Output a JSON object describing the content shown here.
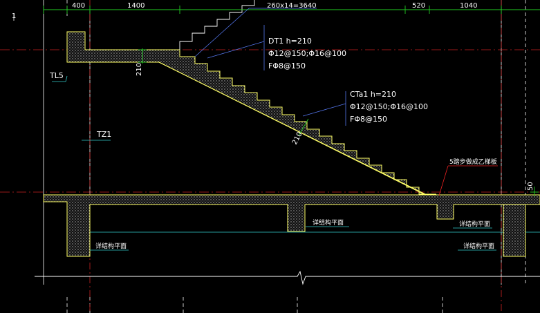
{
  "viewport_label": "1",
  "dimensions_top": {
    "d1": "400",
    "d2": "1400",
    "d3": "260x14=3640",
    "d4": "520",
    "d5": "1040"
  },
  "dims_side": {
    "slab_left": "210",
    "slab_mid": "210",
    "right_top": "50"
  },
  "labels": {
    "tl5": "TL5",
    "tz1": "TZ1",
    "dt1_line1": "DT1  h=210",
    "dt1_line2": "Φ12@150;Φ16@100",
    "dt1_line3": "FΦ8@150",
    "cta1_line1": "CTa1  h=210",
    "cta1_line2": "Φ12@150;Φ16@100",
    "cta1_line3": "FΦ8@150",
    "step_note": "5踏步做成乙梯板",
    "beam_note_1": "详结构平面",
    "beam_note_2": "详结构平面",
    "beam_note_3": "详结构平面",
    "beam_note_4": "详结构平面"
  },
  "colors": {
    "background": "#000000",
    "structure": "#ffff66",
    "concrete_fill": "#1a1a1a",
    "hatch_dot": "#ffffff",
    "gridline_red": "#cc2222",
    "dim_green": "#22cc22",
    "leader_cyan": "#33cccc",
    "leader_blue": "#5577ee",
    "leader_red": "#ee2222",
    "white": "#ffffff"
  }
}
